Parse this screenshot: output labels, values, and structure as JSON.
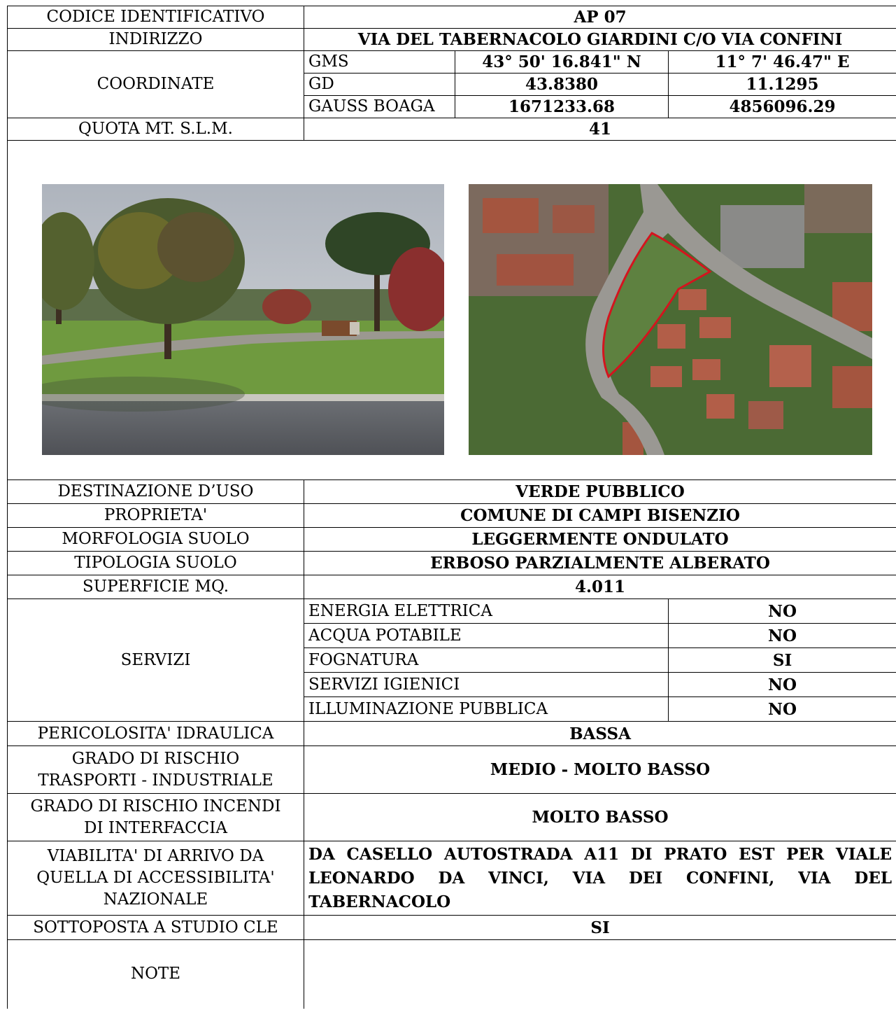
{
  "header": {
    "codice_label": "CODICE IDENTIFICATIVO",
    "codice_value": "AP 07",
    "indirizzo_label": "INDIRIZZO",
    "indirizzo_value": "VIA DEL TABERNACOLO GIARDINI C/O VIA CONFINI"
  },
  "coordinates": {
    "label": "COORDINATE",
    "rows": [
      {
        "system": "GMS",
        "lat": "43° 50' 16.841\" N",
        "lon": "11° 7' 46.47\" E"
      },
      {
        "system": "GD",
        "lat": "43.8380",
        "lon": "11.1295"
      },
      {
        "system": "GAUSS BOAGA",
        "lat": "1671233.68",
        "lon": "4856096.29"
      }
    ]
  },
  "quota": {
    "label": "QUOTA MT. S.L.M.",
    "value": "41"
  },
  "photos": {
    "left_icon": "street-view-photo",
    "right_icon": "aerial-map-photo",
    "outline_color": "#d4141e"
  },
  "details": [
    {
      "label": "DESTINAZIONE D’USO",
      "value": "VERDE PUBBLICO"
    },
    {
      "label": "PROPRIETA'",
      "value": "COMUNE DI CAMPI BISENZIO"
    },
    {
      "label": "MORFOLOGIA SUOLO",
      "value": "LEGGERMENTE ONDULATO"
    },
    {
      "label": "TIPOLOGIA SUOLO",
      "value": "ERBOSO PARZIALMENTE ALBERATO"
    },
    {
      "label": "SUPERFICIE MQ.",
      "value": "4.011"
    }
  ],
  "servizi": {
    "label": "SERVIZI",
    "items": [
      {
        "name": "ENERGIA ELETTRICA",
        "value": "NO"
      },
      {
        "name": "ACQUA POTABILE",
        "value": "NO"
      },
      {
        "name": "FOGNATURA",
        "value": "SI"
      },
      {
        "name": "SERVIZI IGIENICI",
        "value": "NO"
      },
      {
        "name": "ILLUMINAZIONE PUBBLICA",
        "value": "NO"
      }
    ]
  },
  "risk": {
    "pericolosita_label": "PERICOLOSITA' IDRAULICA",
    "pericolosita_value": "BASSA",
    "trasporti_label_1": "GRADO DI RISCHIO",
    "trasporti_label_2": "TRASPORTI - INDUSTRIALE",
    "trasporti_value": "MEDIO - MOLTO BASSO",
    "incendi_label_1": "GRADO DI RISCHIO INCENDI",
    "incendi_label_2": "DI INTERFACCIA",
    "incendi_value": "MOLTO BASSO"
  },
  "viabilita": {
    "label_1": "VIABILITA' DI ARRIVO DA",
    "label_2": "QUELLA DI ACCESSIBILITA'",
    "label_3": "NAZIONALE",
    "value": "DA CASELLO AUTOSTRADA A11 DI PRATO EST PER VIALE LEONARDO DA VINCI, VIA DEI CONFINI, VIA DEL TABERNACOLO"
  },
  "cle": {
    "label": "SOTTOPOSTA A STUDIO CLE",
    "value": "SI"
  },
  "note": {
    "label": "NOTE",
    "value": ""
  }
}
